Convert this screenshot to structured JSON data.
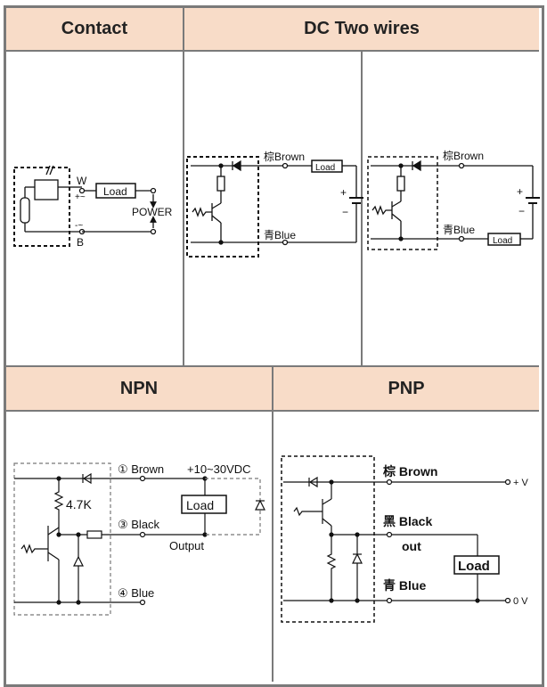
{
  "headers": {
    "contact": "Contact",
    "dc_two_wires": "DC Two wires",
    "npn": "NPN",
    "pnp": "PNP"
  },
  "contact": {
    "w": "W",
    "b": "B",
    "load": "Load",
    "power": "POWER",
    "plus_ac": "+~",
    "minus_ac": "-~"
  },
  "dc1": {
    "brown": "棕Brown",
    "blue": "青Blue",
    "load": "Load",
    "plus": "+",
    "minus": "−"
  },
  "dc2": {
    "brown": "棕Brown",
    "blue": "青Blue",
    "load": "Load",
    "plus": "+",
    "minus": "−"
  },
  "npn": {
    "brown": "① Brown",
    "black": "③ Black",
    "blue": "④ Blue",
    "voltage": "+10~30VDC",
    "resistor": "4.7K",
    "load": "Load",
    "output": "Output"
  },
  "pnp": {
    "brown": "棕 Brown",
    "black": "黑 Black",
    "out": "out",
    "blue": "青 Blue",
    "load": "Load",
    "plus_v": "+ V",
    "zero_v": "0 V"
  }
}
